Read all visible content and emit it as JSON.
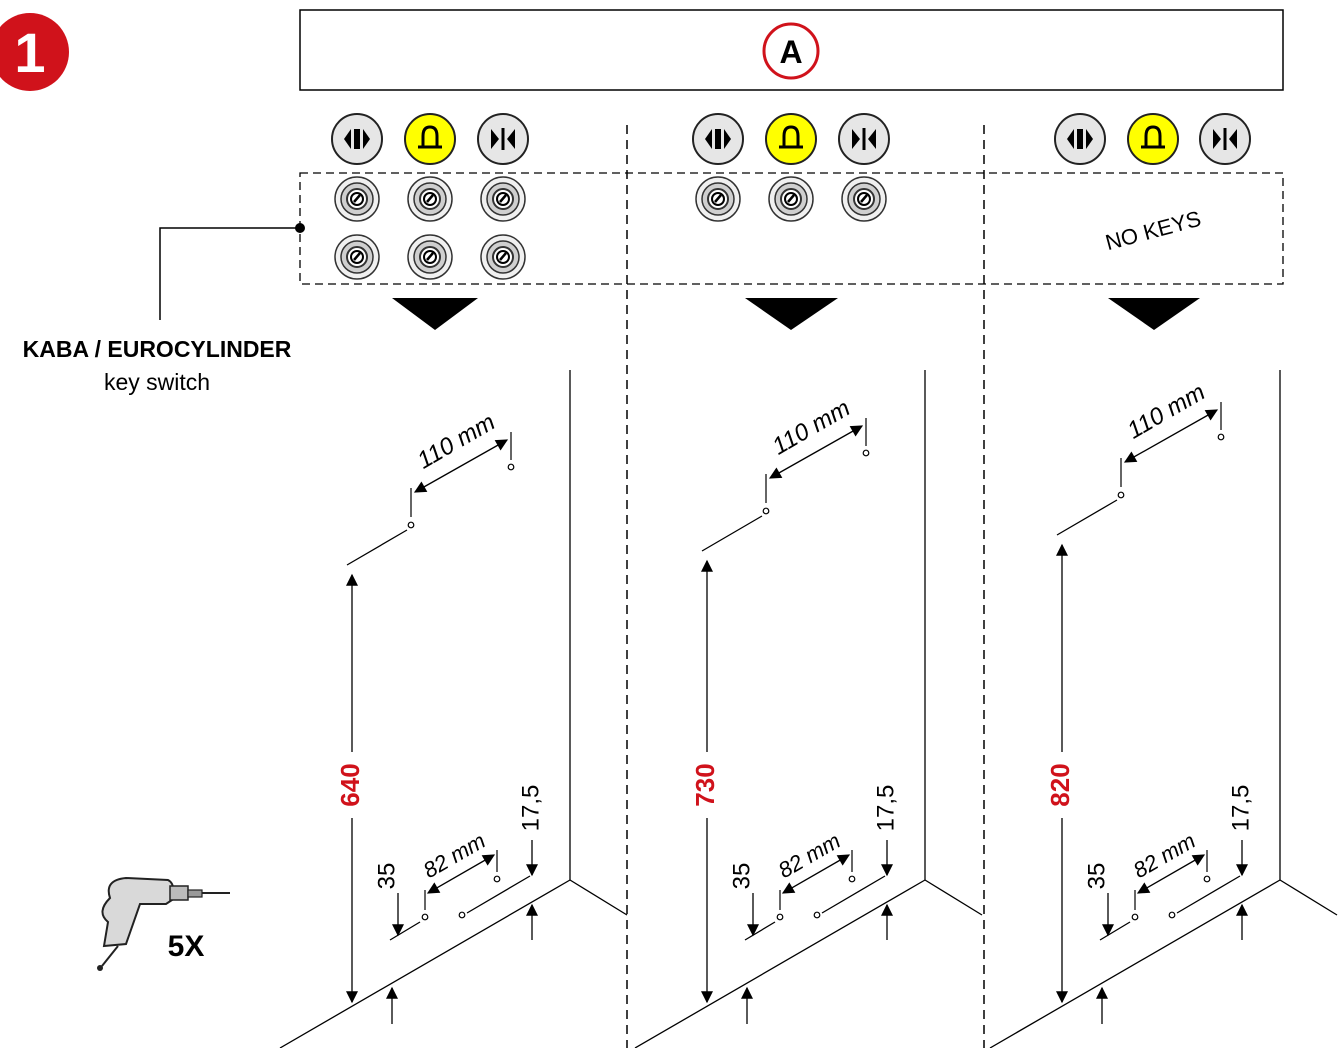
{
  "step": {
    "number": "1",
    "color": "#d0121b"
  },
  "header": {
    "circle_letter": "A"
  },
  "columns": [
    {
      "height": "640",
      "keys": "6",
      "no_keys_text": ""
    },
    {
      "height": "730",
      "keys": "3",
      "no_keys_text": ""
    },
    {
      "height": "820",
      "keys": "0",
      "no_keys_text": "NO KEYS"
    }
  ],
  "dimensions": {
    "top_span": "110 mm",
    "bottom_span": "82 mm",
    "left_offset": "35",
    "right_offset": "17,5"
  },
  "keyswitch_label": {
    "title": "KABA / EUROCYLINDER",
    "subtitle": "key switch"
  },
  "drill": {
    "count_label": "5X",
    "icon": "drill-icon"
  },
  "icons": {
    "door_open": "door-open-icon",
    "bell": "bell-icon",
    "door_close": "door-close-icon",
    "key_cylinder": "key-cylinder-icon"
  },
  "colors": {
    "accent_red": "#d0121b",
    "bell_yellow": "#ffff00",
    "button_grey": "#e6e6e6"
  }
}
